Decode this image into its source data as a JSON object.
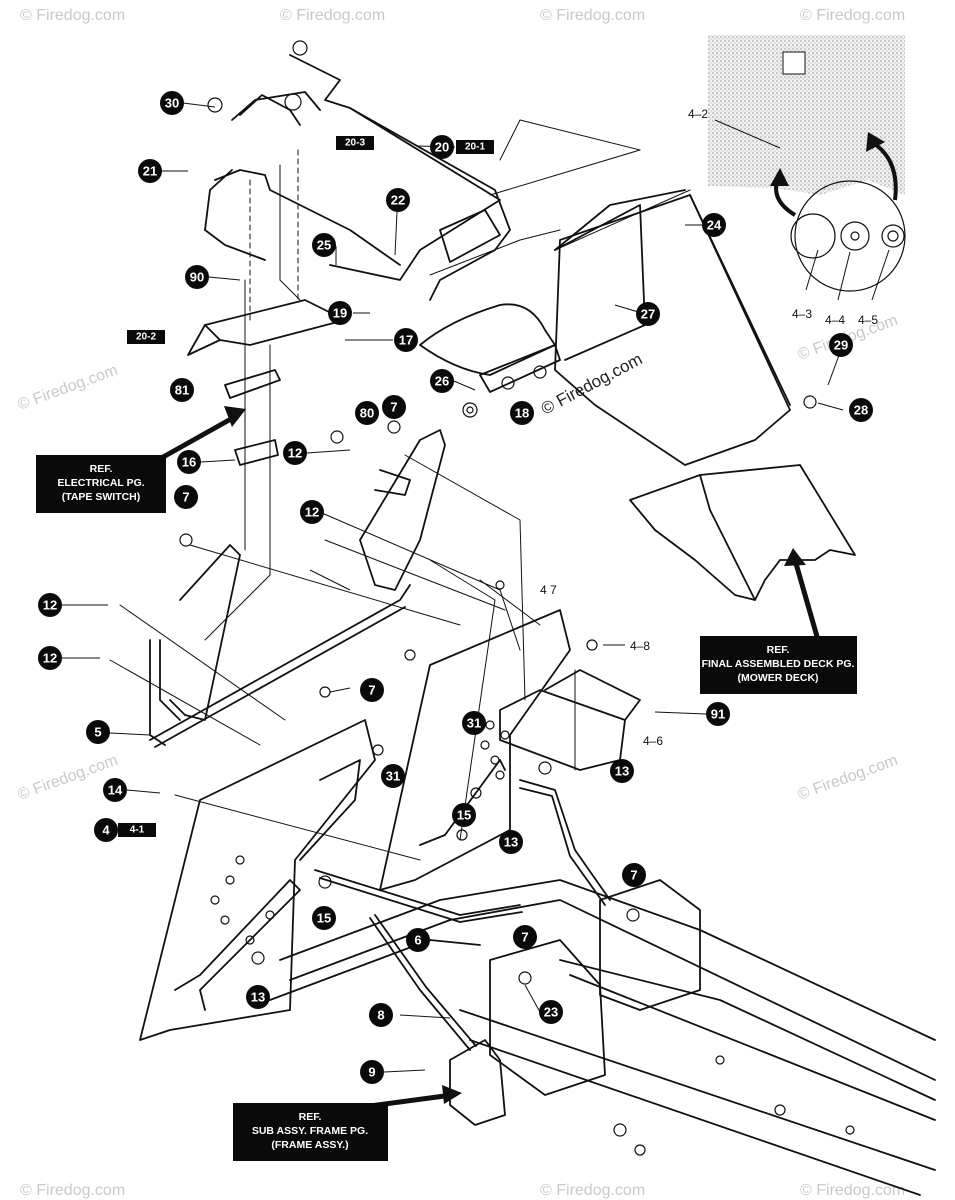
{
  "callouts": [
    {
      "id": "30",
      "text": "30"
    },
    {
      "id": "20",
      "text": "20"
    },
    {
      "id": "21",
      "text": "21"
    },
    {
      "id": "22",
      "text": "22"
    },
    {
      "id": "25",
      "text": "25"
    },
    {
      "id": "90",
      "text": "90"
    },
    {
      "id": "19",
      "text": "19"
    },
    {
      "id": "17",
      "text": "17"
    },
    {
      "id": "81",
      "text": "81"
    },
    {
      "id": "26",
      "text": "26"
    },
    {
      "id": "7a",
      "text": "7"
    },
    {
      "id": "18",
      "text": "18"
    },
    {
      "id": "24",
      "text": "24"
    },
    {
      "id": "27",
      "text": "27"
    },
    {
      "id": "29",
      "text": "29"
    },
    {
      "id": "28",
      "text": "28"
    },
    {
      "id": "80",
      "text": "80"
    },
    {
      "id": "12a",
      "text": "12"
    },
    {
      "id": "16",
      "text": "16"
    },
    {
      "id": "12b",
      "text": "12"
    },
    {
      "id": "7b",
      "text": "7"
    },
    {
      "id": "12c",
      "text": "12"
    },
    {
      "id": "12d",
      "text": "12"
    },
    {
      "id": "5",
      "text": "5"
    },
    {
      "id": "7c",
      "text": "7"
    },
    {
      "id": "91",
      "text": "91"
    },
    {
      "id": "31a",
      "text": "31"
    },
    {
      "id": "31b",
      "text": "31"
    },
    {
      "id": "13a",
      "text": "13"
    },
    {
      "id": "14",
      "text": "14"
    },
    {
      "id": "4",
      "text": "4"
    },
    {
      "id": "15a",
      "text": "15"
    },
    {
      "id": "13b",
      "text": "13"
    },
    {
      "id": "15b",
      "text": "15"
    },
    {
      "id": "6",
      "text": "6"
    },
    {
      "id": "7d",
      "text": "7"
    },
    {
      "id": "7e",
      "text": "7"
    },
    {
      "id": "23",
      "text": "23"
    },
    {
      "id": "13c",
      "text": "13"
    },
    {
      "id": "8",
      "text": "8"
    },
    {
      "id": "9",
      "text": "9"
    }
  ],
  "sublabels": [
    "20-3",
    "20-1",
    "20-2",
    "4-1"
  ],
  "plain_labels": [
    "4–2",
    "4–3",
    "4–4",
    "4–5",
    "4 7",
    "4–8",
    "4–6"
  ],
  "ref_boxes": [
    {
      "lines": [
        "REF.",
        "ELECTRICAL PG.",
        "(TAPE SWITCH)"
      ]
    },
    {
      "lines": [
        "REF.",
        "FINAL ASSEMBLED DECK PG.",
        "(MOWER DECK)"
      ]
    },
    {
      "lines": [
        "REF.",
        "SUB ASSY. FRAME PG.",
        "(FRAME ASSY.)"
      ]
    }
  ],
  "watermarks": {
    "brand": "© Firedog.com"
  }
}
